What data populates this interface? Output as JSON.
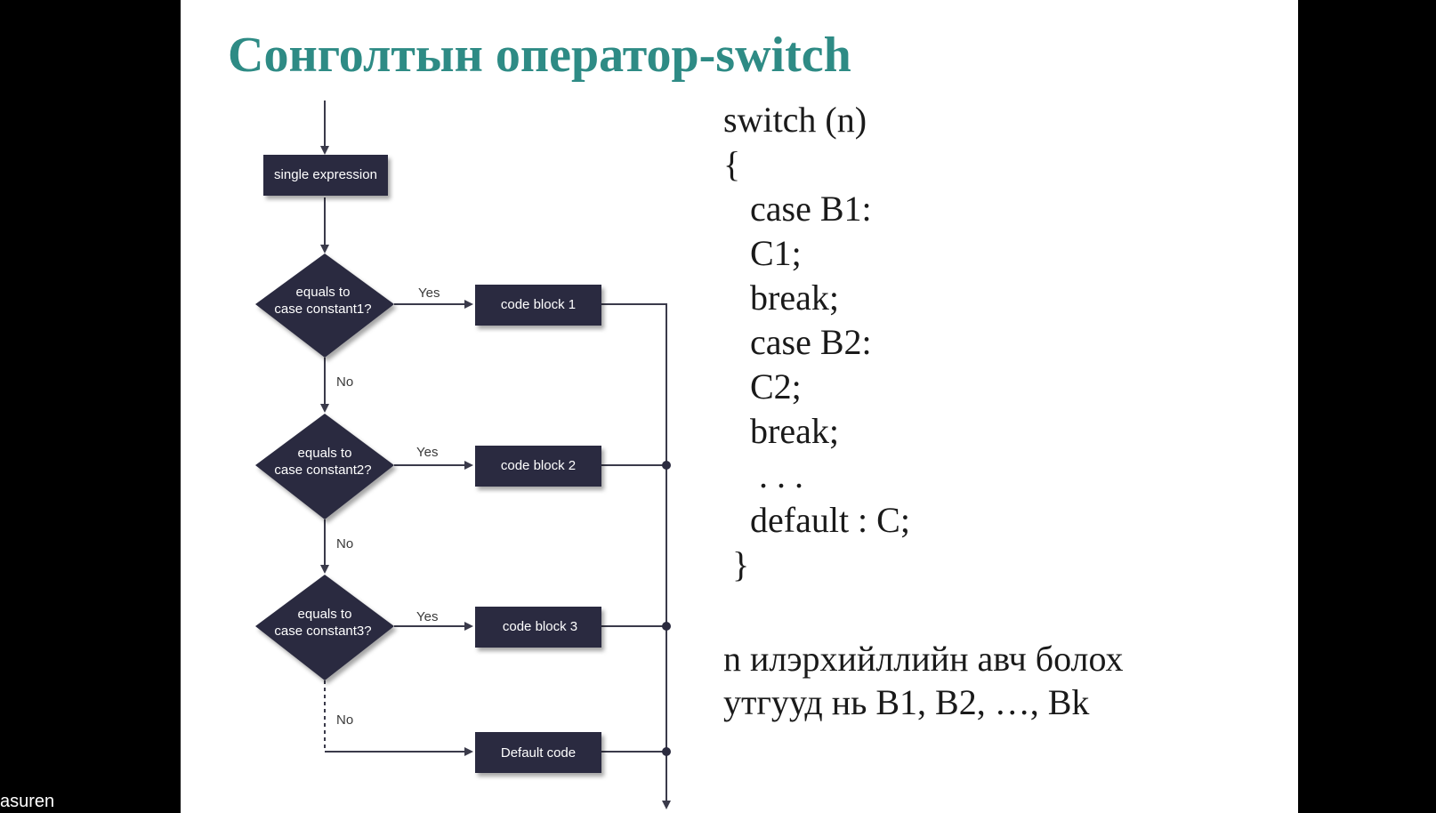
{
  "slide": {
    "title": "Сонголтын оператор-switch",
    "flowchart": {
      "start_box": "single expression",
      "conditions": [
        {
          "line1": "equals to",
          "line2": "case  constant1?"
        },
        {
          "line1": "equals to",
          "line2": "case  constant2?"
        },
        {
          "line1": "equals to",
          "line2": "case  constant3?"
        }
      ],
      "code_blocks": [
        "code block 1",
        "code block 2",
        "code block 3"
      ],
      "default_box": "Default code",
      "yes_label": "Yes",
      "no_label": "No"
    },
    "code_lines": [
      "switch (n)",
      "{",
      "   case B1:",
      "   C1;",
      "   break;",
      "   case B2:",
      "   C2;",
      "   break;",
      "    . . .",
      "   default : C;",
      " }"
    ],
    "note_lines": [
      "n илэрхийллийн авч болох",
      "утгууд нь B1, B2, …, Bk"
    ]
  },
  "participant_name": "asuren",
  "colors": {
    "title": "#2e8b85",
    "box_fill": "#2b2b3f",
    "line": "#3a3a4a",
    "background": "#000000",
    "slide_background": "#ffffff"
  }
}
